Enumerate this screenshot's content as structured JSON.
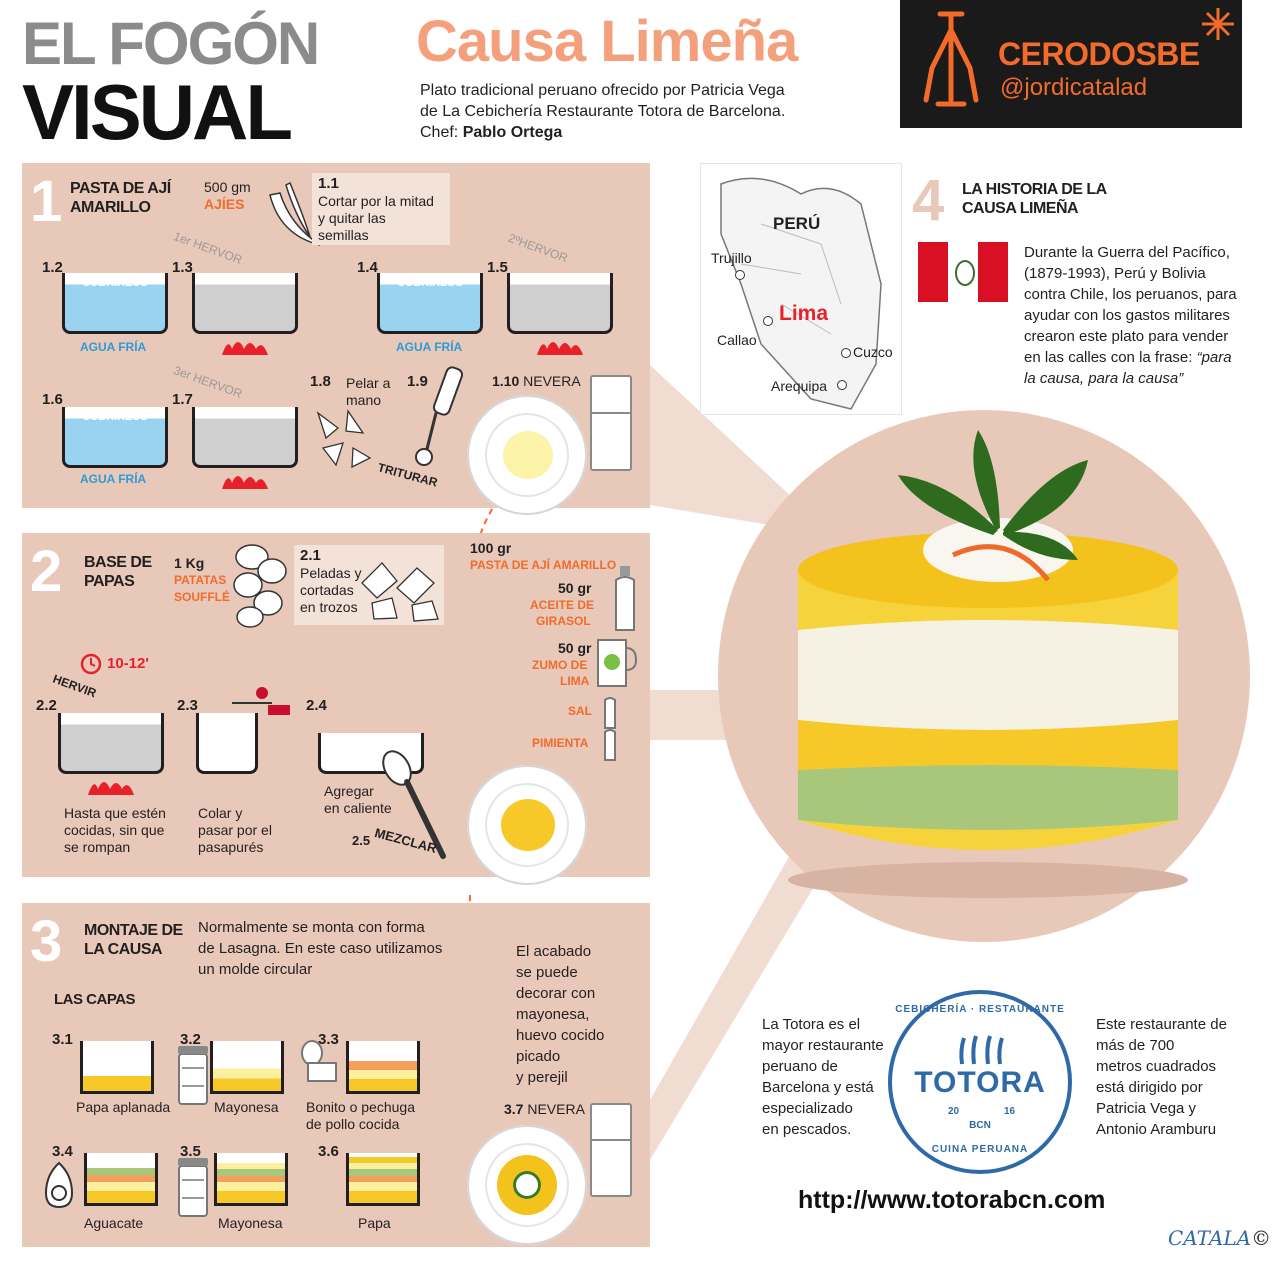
{
  "brand": {
    "line1": "EL FOGÓN",
    "line2": "VISUAL"
  },
  "recipe": {
    "title": "Causa Limeña",
    "subtitle_line1": "Plato tradicional peruano ofrecido por Patricia Vega",
    "subtitle_line2": "de La Cebichería Restaurante Totora de Barcelona.",
    "chef_label": "Chef:",
    "chef_name": "Pablo Ortega"
  },
  "badge": {
    "name": "CERODOSBE",
    "handle": "@jordicatalad"
  },
  "section1": {
    "number": "1",
    "title_line1": "PASTA DE AJÍ",
    "title_line2": "AMARILLO",
    "qty": "500 gm",
    "qty_item": "AJÍES",
    "step11_num": "1.1",
    "step11_text1": "Cortar por la mitad",
    "step11_text2": "y quitar las",
    "step11_text3": "semillas",
    "step12": "1.2",
    "step13": "1.3",
    "step14": "1.4",
    "step15": "1.5",
    "step16": "1.6",
    "step17": "1.7",
    "step18": "1.8",
    "step18_text1": "Pelar a",
    "step18_text2": "mano",
    "step19": "1.9",
    "step19_text": "TRITURAR",
    "step110": "1.10",
    "step110_text": "NEVERA",
    "cover": "CUBRIRLOS",
    "cold_water": "AGUA FRÍA",
    "boil1": "1er HERVOR",
    "boil2": "2ºHERVOR",
    "boil3": "3er HERVOR"
  },
  "section2": {
    "number": "2",
    "title_line1": "BASE DE",
    "title_line2": "PAPAS",
    "qty": "1 Kg",
    "item_line1": "PATATAS",
    "item_line2": "SOUFFLÉ",
    "step21_num": "2.1",
    "step21_text1": "Peladas y",
    "step21_text2": "cortadas",
    "step21_text3": "en trozos",
    "timer": "10-12'",
    "boil": "HERVIR",
    "step22": "2.2",
    "step22_text1": "Hasta que estén",
    "step22_text2": "cocidas, sin que",
    "step22_text3": "se rompan",
    "step23": "2.3",
    "step23_text1": "Colar y",
    "step23_text2": "pasar por el",
    "step23_text3": "pasapurés",
    "step24": "2.4",
    "step24_text1": "Agregar",
    "step24_text2": "en caliente",
    "step25": "2.5",
    "step25_text": "MEZCLAR"
  },
  "ingredients": {
    "paste_qty": "100 gr",
    "paste_name": "PASTA DE AJÍ AMARILLO",
    "oil_qty": "50 gr",
    "oil_name1": "ACEITE DE",
    "oil_name2": "GIRASOL",
    "lime_qty": "50 gr",
    "lime_name1": "ZUMO DE",
    "lime_name2": "LIMA",
    "salt": "SAL",
    "pepper": "PIMIENTA"
  },
  "section3": {
    "number": "3",
    "title_line1": "MONTAJE DE",
    "title_line2": "LA CAUSA",
    "intro1": "Normalmente se monta con forma",
    "intro2": "de Lasagna. En este caso utilizamos",
    "intro3": "un molde circular",
    "layers_title": "LAS CAPAS",
    "finish1": "El acabado",
    "finish2": "se puede",
    "finish3": "decorar con",
    "finish4": "mayonesa,",
    "finish5": "huevo cocido",
    "finish6": "picado",
    "finish7": "y perejil",
    "step37": "3.7",
    "step37_text": "NEVERA",
    "layers": [
      {
        "num": "3.1",
        "label": "Papa aplanada"
      },
      {
        "num": "3.2",
        "label": "Mayonesa"
      },
      {
        "num": "3.3",
        "label1": "Bonito o pechuga",
        "label2": "de pollo cocida"
      },
      {
        "num": "3.4",
        "label": "Aguacate"
      },
      {
        "num": "3.5",
        "label": "Mayonesa"
      },
      {
        "num": "3.6",
        "label": "Papa"
      }
    ]
  },
  "map": {
    "country": "PERÚ",
    "cities": [
      "Trujillo",
      "Lima",
      "Callao",
      "Cuzco",
      "Arequipa"
    ]
  },
  "section4": {
    "number": "4",
    "title_line1": "LA HISTORIA DE LA",
    "title_line2": "CAUSA LIMEÑA",
    "text1": "Durante la Guerra del Pacífico,",
    "text2": "(1879-1993), Perú y Bolivia",
    "text3": "contra Chile,  los peruanos, para",
    "text4": "ayudar con los gastos militares",
    "text5": "crearon este plato para vender",
    "text6": "en las calles con la frase:",
    "quote1": "“para",
    "quote2": "la causa, para la causa”"
  },
  "restaurant": {
    "left1": "La Totora es el",
    "left2": "mayor restaurante",
    "left3": "peruano de",
    "left4": "Barcelona y está",
    "left5": "especializado",
    "left6": "en pescados.",
    "right1": "Este restaurante de",
    "right2": "más de 700",
    "right3": "metros cuadrados",
    "right4": "está dirigido por",
    "right5": "Patricia Vega y",
    "right6": "Antonio Aramburu",
    "logo_name": "TOTORA",
    "logo_top": "CEBICHERÍA · RESTAURANTE",
    "logo_bottom": "CUINA PERUANA",
    "logo_year_a": "20",
    "logo_year_b": "16",
    "logo_city": "BCN",
    "url": "http://www.totorabcn.com",
    "signature": "CATALA",
    "copyright": "©"
  },
  "colors": {
    "panel": "#e8c9b9",
    "accent": "#f26b2b",
    "water": "#2e9bd6",
    "dark": "#231f20",
    "totora_blue": "#2f6aa8"
  }
}
